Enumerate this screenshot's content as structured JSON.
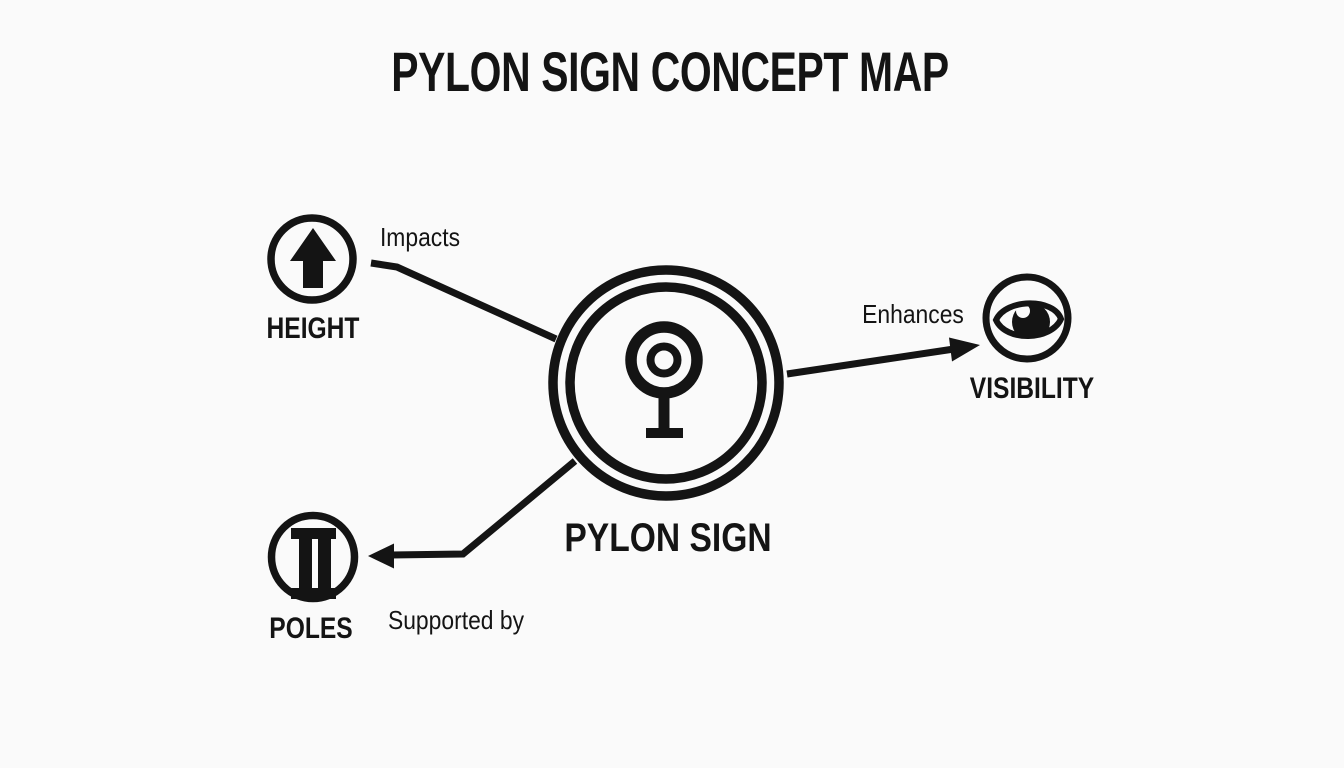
{
  "title": "PYLON SIGN CONCEPT MAP",
  "colors": {
    "background": "#fafafa",
    "ink": "#141414"
  },
  "nodes": {
    "center": {
      "label": "PYLON SIGN",
      "icon": "pylon-sign-icon"
    },
    "height": {
      "label": "HEIGHT",
      "icon": "up-arrow-icon"
    },
    "visibility": {
      "label": "VISIBILITY",
      "icon": "eye-icon"
    },
    "poles": {
      "label": "POLES",
      "icon": "column-icon"
    }
  },
  "edges": [
    {
      "from": "HEIGHT",
      "to": "PYLON SIGN",
      "label": "Impacts",
      "arrow": "none"
    },
    {
      "from": "PYLON SIGN",
      "to": "VISIBILITY",
      "label": "Enhances",
      "arrow": "to"
    },
    {
      "from": "PYLON SIGN",
      "to": "POLES",
      "label": "Supported by",
      "arrow": "to"
    }
  ]
}
